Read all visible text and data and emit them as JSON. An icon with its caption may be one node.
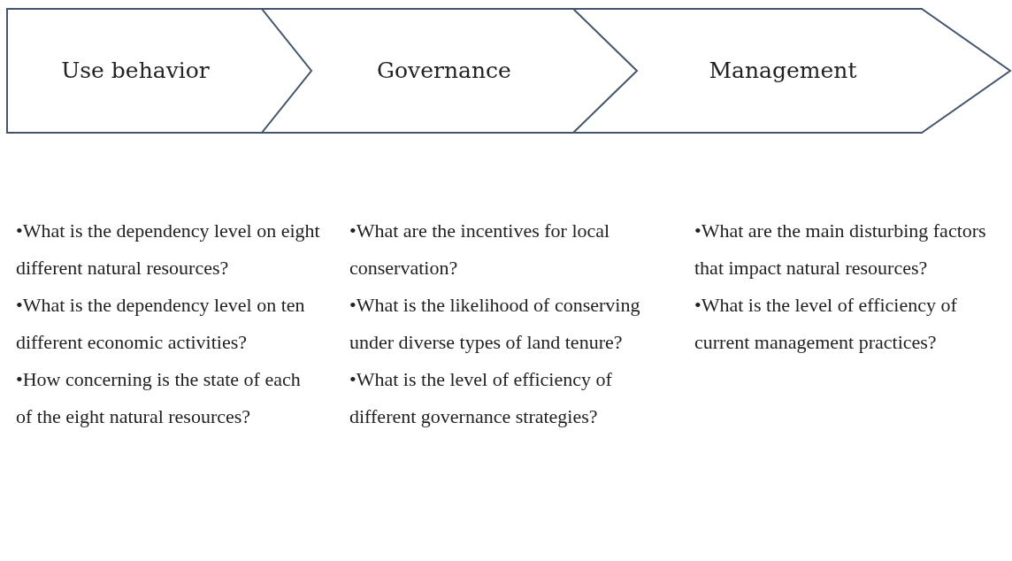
{
  "diagram": {
    "nodes": [
      {
        "text": [
          "Use behavior"
        ]
      },
      {
        "text": [
          "Governance"
        ]
      },
      {
        "text": [
          "Management"
        ]
      }
    ],
    "labels": [
      "•What is the dependency level on eight different natural resources?",
      "•What is the dependency level on ten different economic activities?",
      "•How concerning is the state of each of the eight natural resources?",
      "•What are the incentives for local conservation?",
      "•What is the likelihood of conserving under diverse types of land tenure?",
      "•What is the level of efficiency of different governance strategies?",
      "•What are the main disturbing factors that impact natural resources?",
      "•What is the level of efficiency of current management practices?"
    ]
  }
}
